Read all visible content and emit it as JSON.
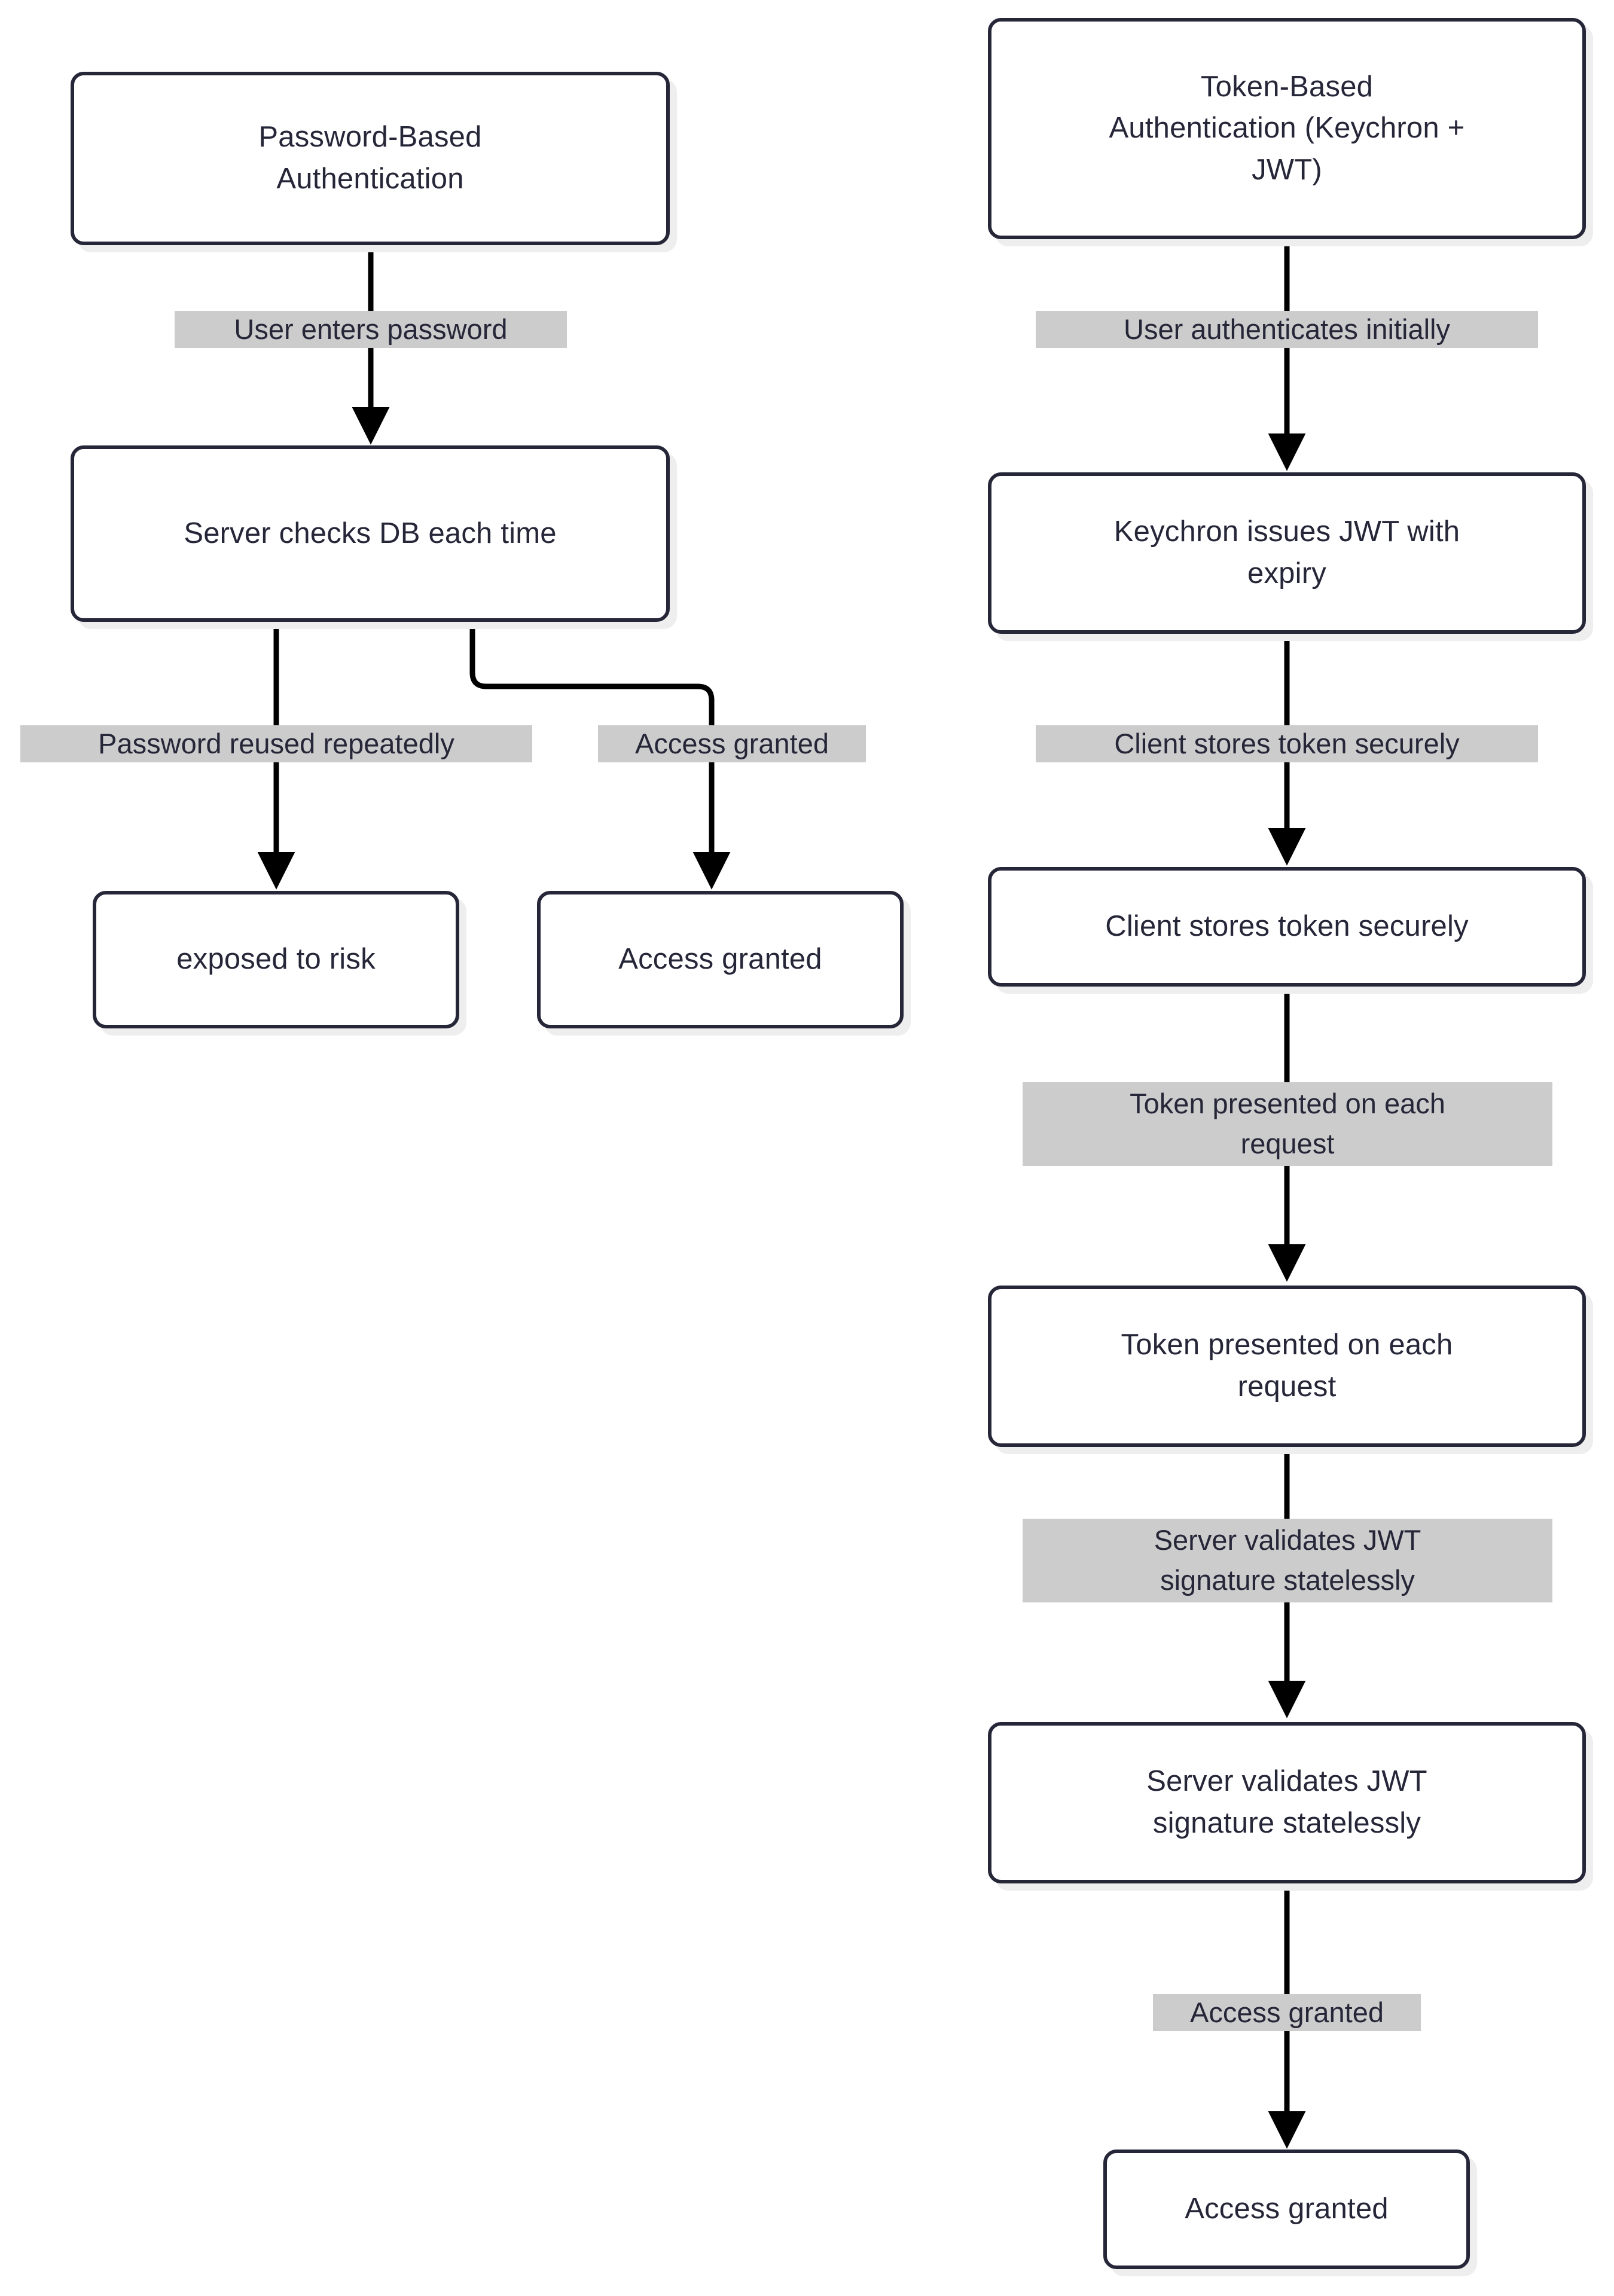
{
  "diagram": {
    "type": "flowchart",
    "direction": "top-down",
    "title_visible": false,
    "theme": {
      "node_border": "#262639",
      "node_fill": "#ffffff",
      "node_shadow": "#eeeeee",
      "edge_stroke": "#000000",
      "edge_label_bg": "#cccccc",
      "text_color": "#262639",
      "page_bg": "#ffffff"
    },
    "flows": [
      {
        "name": "password-based-flow",
        "nodes": [
          {
            "id": "pw-root",
            "label": "Password-Based\nAuthentication"
          },
          {
            "id": "pw-server",
            "label": "Server checks DB each time"
          },
          {
            "id": "pw-risk",
            "label": "exposed to risk"
          },
          {
            "id": "pw-grant",
            "label": "Access granted"
          }
        ],
        "edges": [
          {
            "from": "pw-root",
            "to": "pw-server",
            "label": "User enters password"
          },
          {
            "from": "pw-server",
            "to": "pw-risk",
            "label": "Password reused repeatedly"
          },
          {
            "from": "pw-server",
            "to": "pw-grant",
            "label": "Access granted"
          }
        ]
      },
      {
        "name": "token-based-flow",
        "nodes": [
          {
            "id": "tk-root",
            "label": "Token-Based\nAuthentication (Keychron +\nJWT)"
          },
          {
            "id": "tk-issue",
            "label": "Keychron issues JWT with\nexpiry"
          },
          {
            "id": "tk-store",
            "label": "Client stores token securely"
          },
          {
            "id": "tk-present",
            "label": "Token presented on each\nrequest"
          },
          {
            "id": "tk-validate",
            "label": "Server validates JWT\nsignature statelessly"
          },
          {
            "id": "tk-grant",
            "label": "Access granted"
          }
        ],
        "edges": [
          {
            "from": "tk-root",
            "to": "tk-issue",
            "label": "User authenticates initially"
          },
          {
            "from": "tk-issue",
            "to": "tk-store",
            "label": "Client stores token securely"
          },
          {
            "from": "tk-store",
            "to": "tk-present",
            "label": "Token presented on each\nrequest"
          },
          {
            "from": "tk-present",
            "to": "tk-validate",
            "label": "Server validates JWT\nsignature statelessly"
          },
          {
            "from": "tk-validate",
            "to": "tk-grant",
            "label": "Access granted"
          }
        ]
      }
    ]
  }
}
